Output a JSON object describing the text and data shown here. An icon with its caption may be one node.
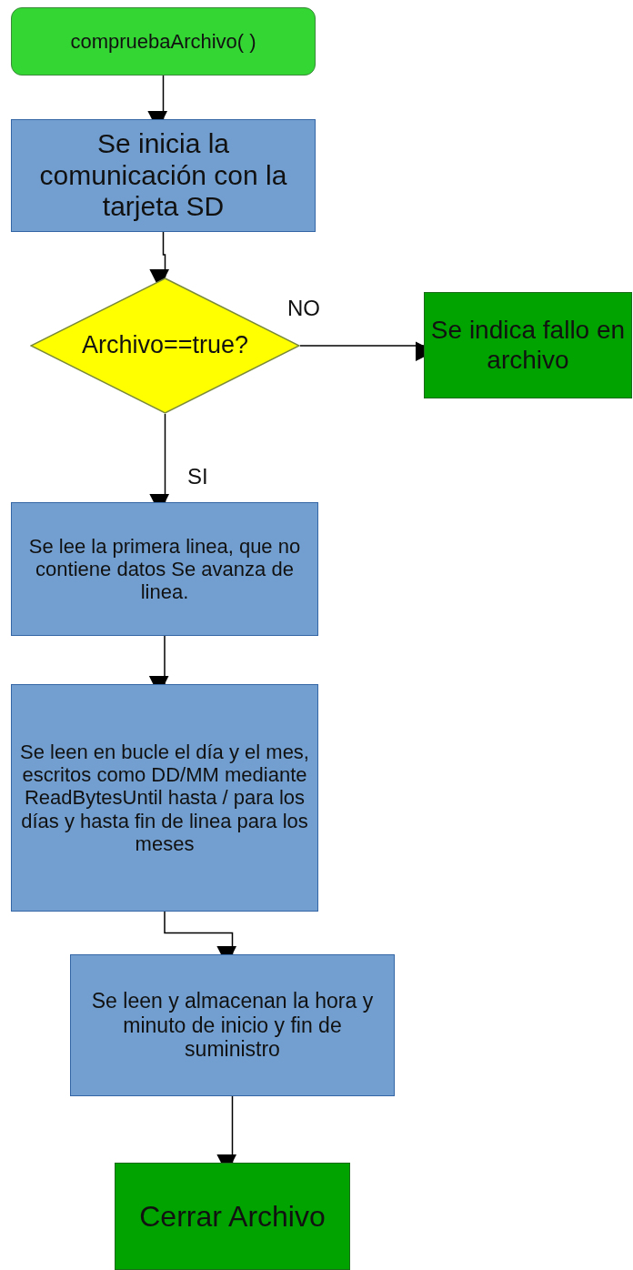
{
  "diagram": {
    "nodes": [
      {
        "text": [
          "compruebaArchivo( )"
        ]
      },
      {
        "text": [
          "Se inicia la comunicación con la tarjeta SD"
        ]
      },
      {
        "text": [
          "Archivo==true?"
        ]
      },
      {
        "text": [
          "Se indica fallo en archivo"
        ]
      },
      {
        "text": [
          "Se lee la primera linea, que no contiene datos Se avanza de linea."
        ]
      },
      {
        "text": [
          "Se leen en bucle el día y el mes, escritos como DD/MM mediante ReadBytesUntil hasta / para los días y hasta fin de linea para los meses"
        ]
      },
      {
        "text": [
          "Se leen y almacenan la hora y minuto de inicio y fin de suministro"
        ]
      },
      {
        "text": [
          "Cerrar Archivo"
        ]
      }
    ],
    "edges": [
      {
        "from": 0,
        "to": 1,
        "arrow": "to"
      },
      {
        "from": 1,
        "to": 2,
        "arrow": "to"
      },
      {
        "from": 2,
        "to": 3,
        "arrow": "to",
        "label": "NO"
      },
      {
        "from": 2,
        "to": 4,
        "arrow": "to",
        "label": "SI"
      },
      {
        "from": 4,
        "to": 5,
        "arrow": "to"
      },
      {
        "from": 5,
        "to": 6,
        "arrow": "to"
      },
      {
        "from": 6,
        "to": 7,
        "arrow": "to"
      }
    ]
  }
}
